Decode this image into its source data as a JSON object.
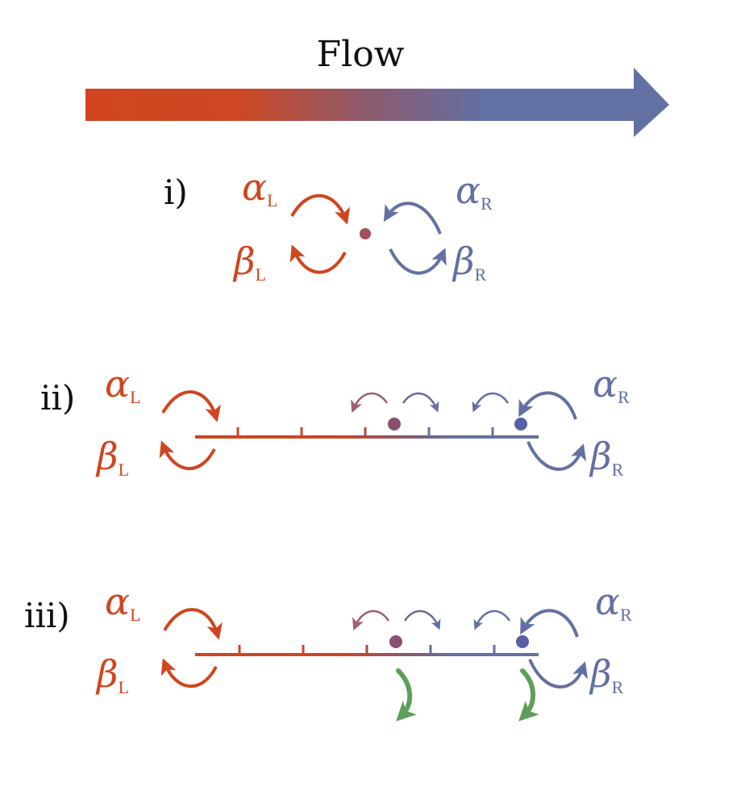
{
  "title": "Flow",
  "colors": {
    "left": "#d0451f",
    "right": "#6370a3",
    "middle": "#8a5670",
    "green": "#5e9e5a",
    "black": "#111111"
  },
  "panels": [
    {
      "label": "i)",
      "alpha_left": "α",
      "alpha_left_sub": "L",
      "beta_left": "β",
      "beta_left_sub": "L",
      "alpha_right": "α",
      "alpha_right_sub": "R",
      "beta_right": "β",
      "beta_right_sub": "R"
    },
    {
      "label": "ii)",
      "alpha_left": "α",
      "alpha_left_sub": "L",
      "beta_left": "β",
      "beta_left_sub": "L",
      "alpha_right": "α",
      "alpha_right_sub": "R",
      "beta_right": "β",
      "beta_right_sub": "R"
    },
    {
      "label": "iii)",
      "alpha_left": "α",
      "alpha_left_sub": "L",
      "beta_left": "β",
      "beta_left_sub": "L",
      "alpha_right": "α",
      "alpha_right_sub": "R",
      "beta_right": "β",
      "beta_right_sub": "R"
    }
  ]
}
